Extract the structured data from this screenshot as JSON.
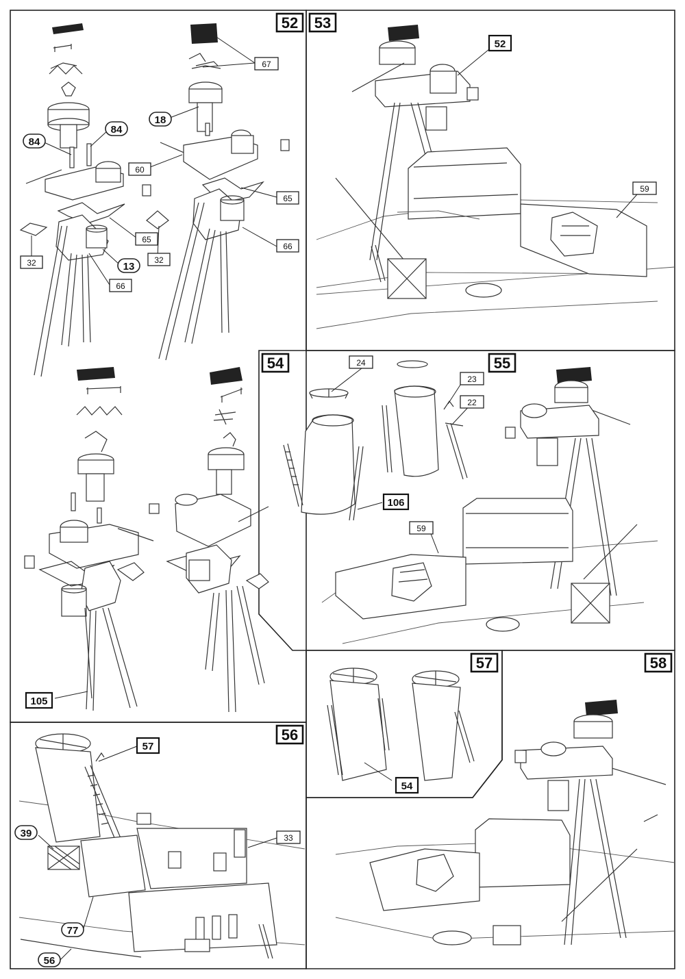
{
  "steps": {
    "s52": "52",
    "s53": "53",
    "s54": "54",
    "s55": "55",
    "s56": "56",
    "s57": "57",
    "s58": "58"
  },
  "parts": {
    "p67": "67",
    "p18": "18",
    "p84a": "84",
    "p84b": "84",
    "p60": "60",
    "p65a": "65",
    "p65b": "65",
    "p66a": "66",
    "p66b": "66",
    "p32a": "32",
    "p32b": "32",
    "p13": "13",
    "p105": "105",
    "p52ref": "52",
    "p59a": "59",
    "p24": "24",
    "p23": "23",
    "p22": "22",
    "p106": "106",
    "p59b": "59",
    "p57ref": "57",
    "p39": "39",
    "p33": "33",
    "p77": "77",
    "p56": "56",
    "p54ref": "54"
  }
}
